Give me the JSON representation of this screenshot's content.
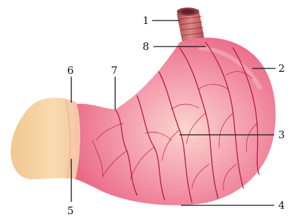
{
  "labels": [
    "1",
    "8",
    "2",
    "6",
    "7",
    "3",
    "5",
    "4"
  ],
  "colors": {
    "stomach_body": "#f07d98",
    "stomach_light": "#f8b7c2",
    "pylorus": "#f6d7a6",
    "vessels": "#b0123c",
    "esophagus": "#c96a6a"
  }
}
